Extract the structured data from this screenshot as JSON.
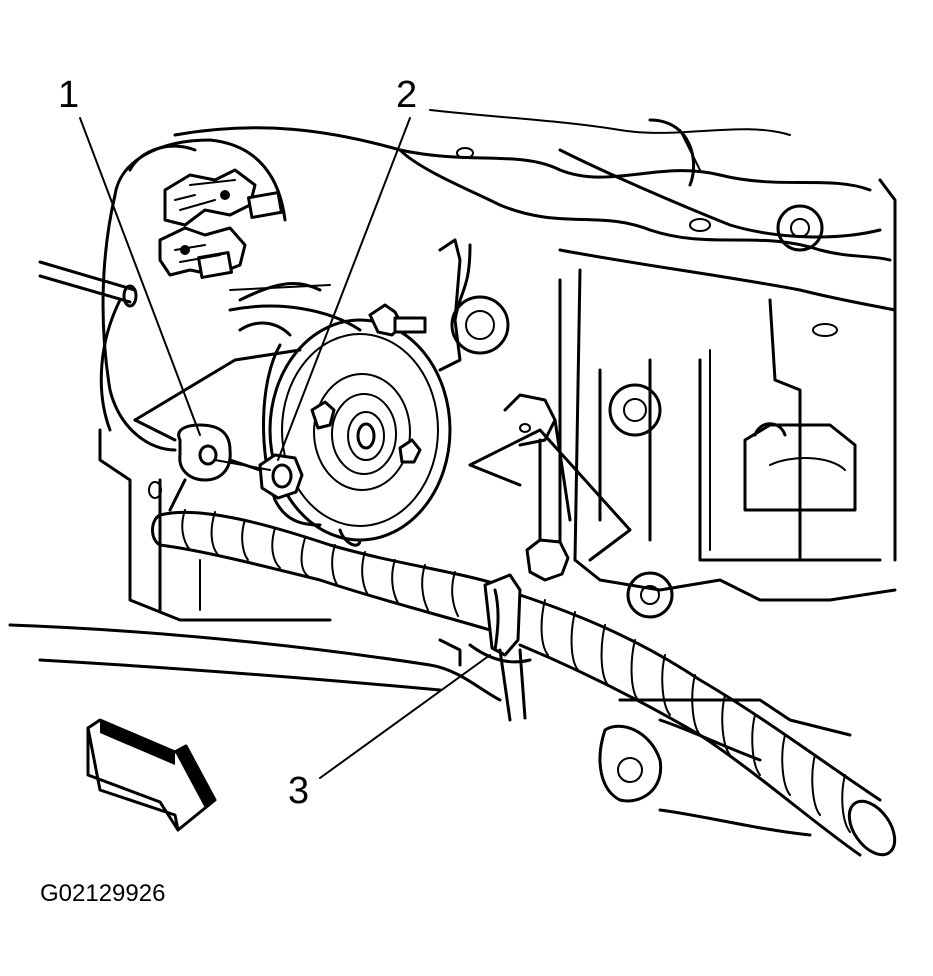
{
  "callouts": {
    "one": "1",
    "two": "2",
    "three": "3"
  },
  "figure_id": "G02129926"
}
